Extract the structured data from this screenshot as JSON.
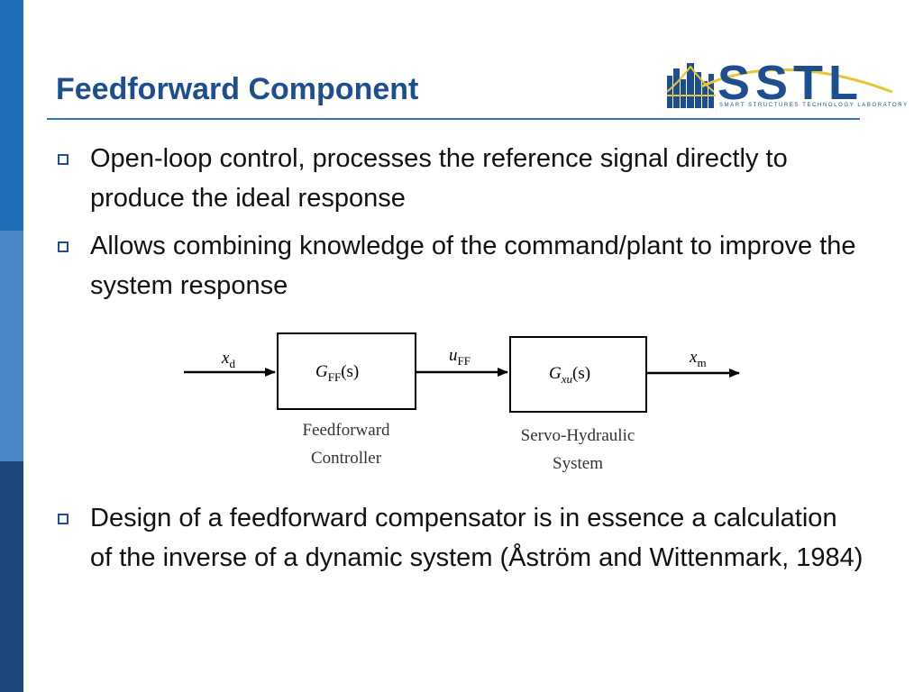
{
  "slide": {
    "title": "Feedforward Component",
    "logo": {
      "name": "SSTL",
      "subtitle": "SMART STRUCTURES TECHNOLOGY LABORATORY"
    },
    "bullets": [
      {
        "text": "Open-loop control, processes the reference signal directly to produce the ideal response"
      },
      {
        "text": "Allows combining knowledge of the command/plant to improve the system response"
      },
      {
        "text": "Design of a feedforward compensator is in essence a calculation of the inverse of a dynamic system (Åström and Wittenmark, 1984)"
      }
    ]
  },
  "diagram": {
    "input_signal": {
      "main": "x",
      "sub": "d"
    },
    "controller_block": {
      "main": "G",
      "sub": "FF",
      "arg": "(s)"
    },
    "controller_label": [
      "Feedforward",
      "Controller"
    ],
    "intermediate_signal": {
      "main": "u",
      "sub": "FF"
    },
    "system_block": {
      "main": "G",
      "sub": "xu",
      "arg": "(s)"
    },
    "system_label": [
      "Servo-Hydraulic",
      "System"
    ],
    "output_signal": {
      "main": "x",
      "sub": "m"
    }
  },
  "colors": {
    "accent_dark": "#1f4e8c",
    "accent_bar_top": "#1f6fb6",
    "accent_bar_mid": "#4a86c5",
    "accent_bar_bottom": "#1d467a",
    "logo_swoosh": "#e8c43a"
  }
}
